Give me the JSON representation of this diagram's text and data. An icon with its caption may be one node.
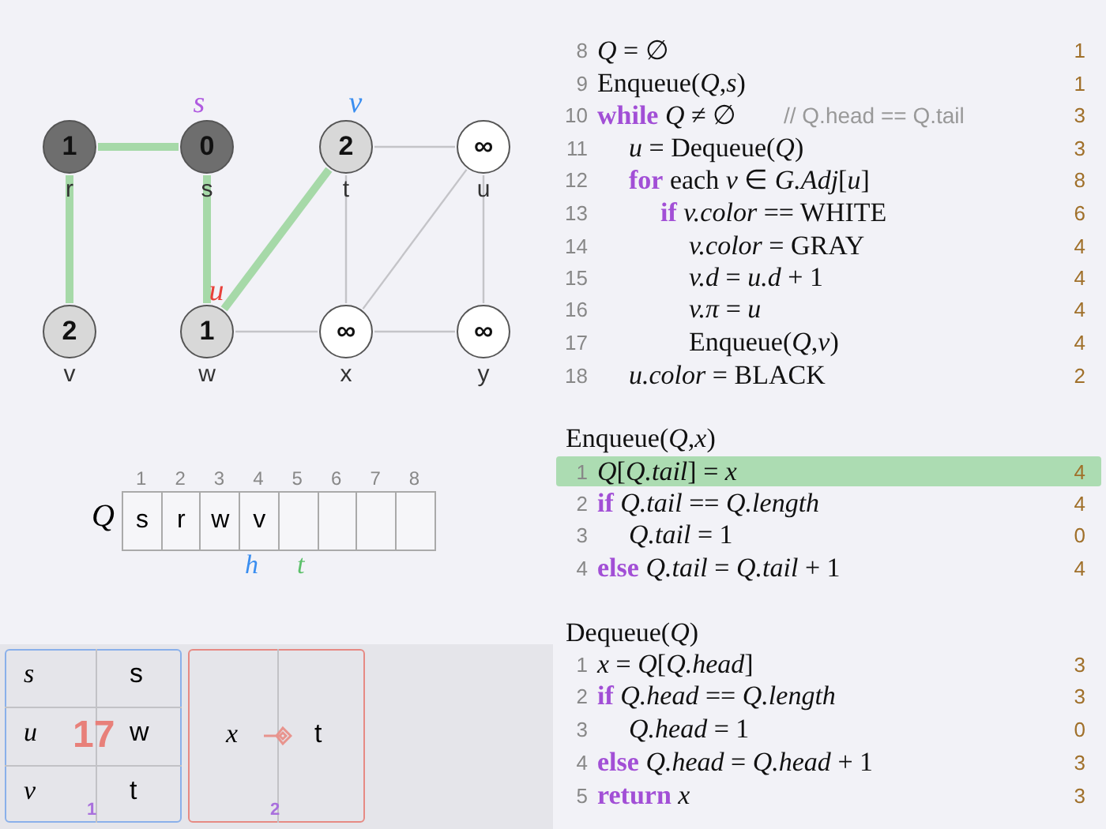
{
  "diagram": {
    "nodes": [
      {
        "text": [
          "1"
        ],
        "beside": [
          "r"
        ]
      },
      {
        "text": [
          "0"
        ],
        "beside": [
          "s",
          "s"
        ]
      },
      {
        "text": [
          "2"
        ],
        "beside": [
          "v",
          "t"
        ]
      },
      {
        "text": [
          "∞"
        ],
        "beside": [
          "u"
        ]
      },
      {
        "text": [
          "2"
        ],
        "beside": [
          "v"
        ]
      },
      {
        "text": [
          "1"
        ],
        "beside": [
          "u",
          "w"
        ]
      },
      {
        "text": [
          "∞"
        ],
        "beside": [
          "x"
        ]
      },
      {
        "text": [
          "∞"
        ],
        "beside": [
          "y"
        ]
      },
      {
        "text": [
          "1"
        ]
      },
      {
        "text": [
          "2"
        ]
      }
    ],
    "edges": [
      {
        "from": 0,
        "to": 1,
        "arrow": "none",
        "style": "thick",
        "color": "#a6d9a8"
      },
      {
        "from": 0,
        "to": 4,
        "arrow": "none",
        "style": "thick",
        "color": "#a6d9a8"
      },
      {
        "from": 1,
        "to": 5,
        "arrow": "none",
        "style": "thick",
        "color": "#a6d9a8"
      },
      {
        "from": 2,
        "to": 3,
        "arrow": "none"
      },
      {
        "from": 2,
        "to": 6,
        "arrow": "none"
      },
      {
        "from": 3,
        "to": 6,
        "arrow": "none"
      },
      {
        "from": 3,
        "to": 7,
        "arrow": "none"
      },
      {
        "from": 5,
        "to": 2,
        "arrow": "none",
        "style": "thick",
        "color": "#a6d9a8"
      },
      {
        "from": 5,
        "to": 6,
        "arrow": "none"
      },
      {
        "from": 6,
        "to": 7,
        "arrow": "none"
      }
    ],
    "labels": [
      "*Q*",
      "1",
      "2",
      "3",
      "4",
      "5",
      "6",
      "7",
      "8",
      "s",
      "r",
      "w",
      "v",
      "*h*",
      "*t*",
      "*s*",
      "s",
      "*u*",
      "17",
      "w",
      "*v*",
      "t",
      "*x*",
      "t",
      "8",
      "*Q* = ∅",
      "1",
      "9",
      "Enqueue(*Q*,*s*)",
      "1",
      "10",
      "**while** *Q* ≠ ∅",
      "// Q.head == Q.tail",
      "3",
      "11",
      "*u* = Dequeue(*Q*)",
      "3",
      "12",
      "**for** each *v* ∈ *G.Adj*[*u*]",
      "8",
      "13",
      "**if** *v.color* == WHITE",
      "6",
      "14",
      "*v.color* = GRAY",
      "4",
      "15",
      "*v.d* = *u.d* + 1",
      "4",
      "16",
      "*v.π* = *u*",
      "4",
      "17",
      "Enqueue(*Q*,*v*)",
      "4",
      "18",
      "*u.color* = BLACK",
      "2",
      "Enqueue(*Q*,*x*)",
      "1",
      "*Q*[*Q.tail*] = *x*",
      "4",
      "2",
      "**if** *Q.tail* == *Q.length*",
      "4",
      "3",
      "*Q.tail* = 1",
      "0",
      "4",
      "**else** *Q.tail* = *Q.tail* + 1",
      "4",
      "Dequeue(*Q*)",
      "1",
      "*x* = *Q*[*Q.head*]",
      "3",
      "2",
      "**if** *Q.head* == *Q.length*",
      "3",
      "3",
      "*Q.head* = 1",
      "0",
      "4",
      "**else** *Q.head* = *Q.head* + 1",
      "3",
      "5",
      "**return** *x*",
      "3"
    ]
  }
}
